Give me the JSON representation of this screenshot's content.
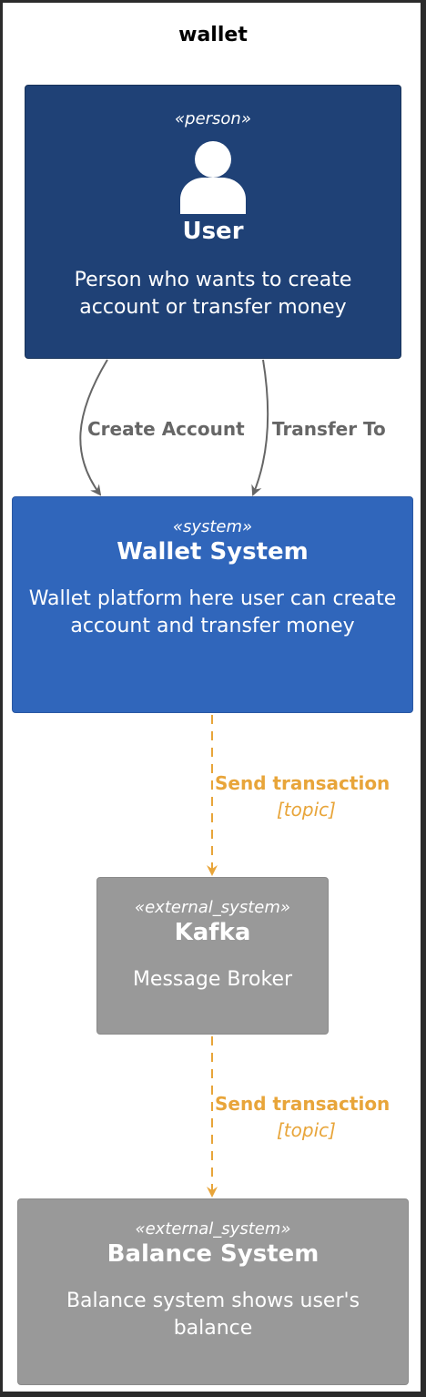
{
  "diagram": {
    "title": "wallet",
    "nodes": {
      "user": {
        "stereotype": "«person»",
        "name": "User",
        "description": "Person who wants to create account or transfer money",
        "icon": "person-icon"
      },
      "wallet": {
        "stereotype": "«system»",
        "name": "Wallet System",
        "description": "Wallet platform here user can create account and transfer money"
      },
      "kafka": {
        "stereotype": "«external_system»",
        "name": "Kafka",
        "description": "Message Broker"
      },
      "balance": {
        "stereotype": "«external_system»",
        "name": "Balance System",
        "description": "Balance system shows user's balance"
      }
    },
    "edges": {
      "create_account": {
        "label": "Create Account"
      },
      "transfer_to": {
        "label": "Transfer To"
      },
      "wallet_to_kafka": {
        "label": "Send transaction",
        "technology": "[topic]"
      },
      "kafka_to_balance": {
        "label": "Send transaction",
        "technology": "[topic]"
      }
    },
    "colors": {
      "person": "#1f4176",
      "system": "#3066bb",
      "external_system": "#999999",
      "relation_sync": "#666666",
      "relation_async": "#e8a53a"
    }
  }
}
